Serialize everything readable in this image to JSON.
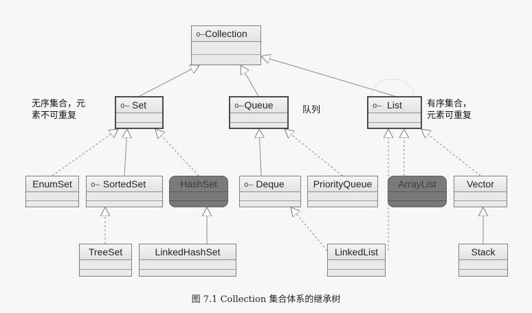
{
  "nodes": {
    "collection": {
      "label": "Collection",
      "kind": "interface",
      "icon": "interface-icon"
    },
    "set": {
      "label": "Set",
      "kind": "interface",
      "icon": "interface-icon"
    },
    "queue": {
      "label": "Queue",
      "kind": "interface",
      "icon": "interface-icon"
    },
    "list": {
      "label": "List",
      "kind": "interface",
      "icon": "interface-icon"
    },
    "enumset": {
      "label": "EnumSet",
      "kind": "class"
    },
    "sortedset": {
      "label": "SortedSet",
      "kind": "interface",
      "icon": "interface-icon"
    },
    "hashset": {
      "label": "HashSet",
      "kind": "class",
      "highlight": true
    },
    "deque": {
      "label": "Deque",
      "kind": "interface",
      "icon": "interface-icon"
    },
    "priorityqueue": {
      "label": "PriorityQueue",
      "kind": "class"
    },
    "arraylist": {
      "label": "ArrayList",
      "kind": "class",
      "highlight": true
    },
    "vector": {
      "label": "Vector",
      "kind": "class"
    },
    "treeset": {
      "label": "TreeSet",
      "kind": "class"
    },
    "linkedhashset": {
      "label": "LinkedHashSet",
      "kind": "class"
    },
    "linkedlist": {
      "label": "LinkedList",
      "kind": "class"
    },
    "stack": {
      "label": "Stack",
      "kind": "class"
    }
  },
  "icon_glyph": "o—",
  "edges": [
    {
      "from": "set",
      "to": "collection",
      "style": "solid"
    },
    {
      "from": "queue",
      "to": "collection",
      "style": "solid"
    },
    {
      "from": "list",
      "to": "collection",
      "style": "solid"
    },
    {
      "from": "enumset",
      "to": "set",
      "style": "dashed"
    },
    {
      "from": "sortedset",
      "to": "set",
      "style": "solid"
    },
    {
      "from": "hashset",
      "to": "set",
      "style": "dashed"
    },
    {
      "from": "deque",
      "to": "queue",
      "style": "solid"
    },
    {
      "from": "priorityqueue",
      "to": "queue",
      "style": "dashed"
    },
    {
      "from": "arraylist",
      "to": "list",
      "style": "dashed"
    },
    {
      "from": "vector",
      "to": "list",
      "style": "dashed"
    },
    {
      "from": "linkedlist",
      "to": "list",
      "style": "dashed"
    },
    {
      "from": "treeset",
      "to": "sortedset",
      "style": "dashed"
    },
    {
      "from": "linkedhashset",
      "to": "hashset",
      "style": "solid"
    },
    {
      "from": "linkedlist",
      "to": "deque",
      "style": "dashed"
    },
    {
      "from": "stack",
      "to": "vector",
      "style": "solid"
    }
  ],
  "annotations": {
    "set_note": "无序集合，元\n素不可重复",
    "queue_note": "队列",
    "list_note": "有序集合，\n元素可重复"
  },
  "caption": "图 7.1 Collection 集合体系的继承树"
}
